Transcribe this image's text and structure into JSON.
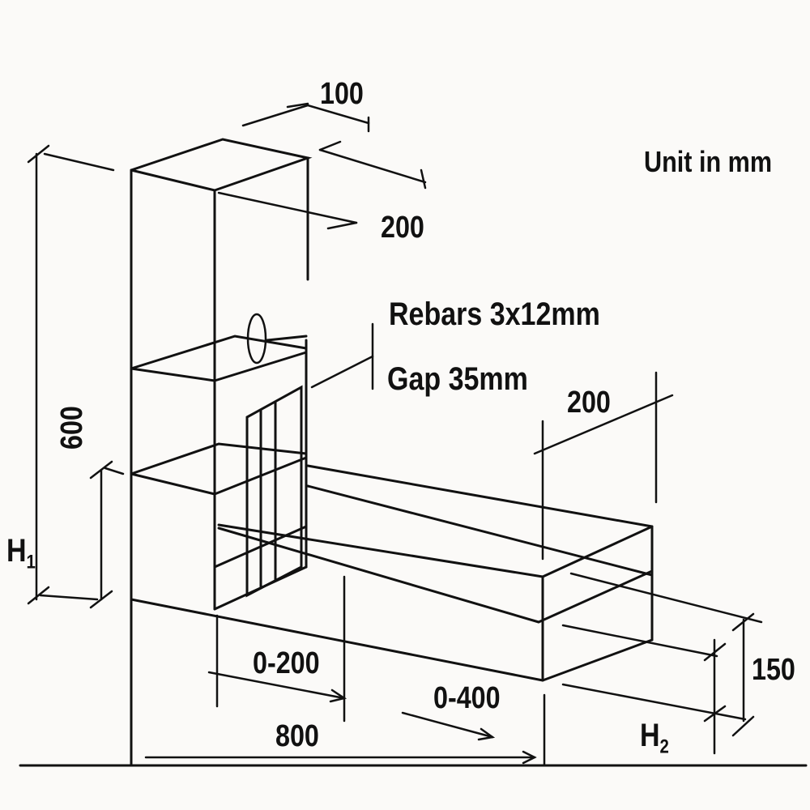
{
  "colors": {
    "ink": "#111111",
    "paper": "#fbfaf8"
  },
  "labels": {
    "top_width": "100",
    "top_depth": "200",
    "unit": "Unit in mm",
    "rebars": "Rebars 3x12mm",
    "gap": "Gap 35mm",
    "channel_width": "200",
    "height": "600",
    "h1_main": "H",
    "h1_sub": "1",
    "mark_0_200": "0-200",
    "mark_0_400": "0-400",
    "length": "800",
    "channel_height": "150",
    "h2_main": "H",
    "h2_sub": "2"
  }
}
